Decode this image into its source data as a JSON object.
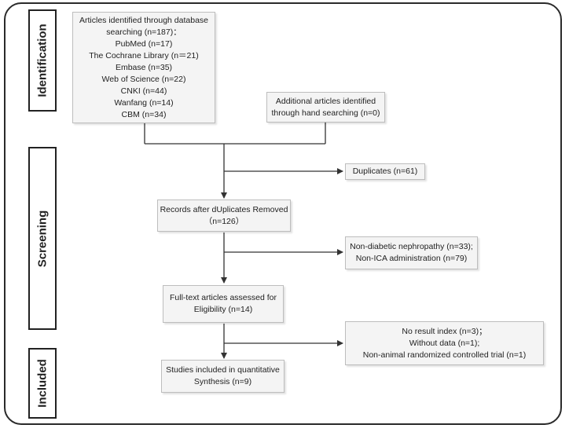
{
  "stages": [
    {
      "id": "identification",
      "label": "Identification"
    },
    {
      "id": "screening",
      "label": "Screening"
    },
    {
      "id": "included",
      "label": "Included"
    }
  ],
  "boxes": {
    "database_search": {
      "lines": [
        "Articles identified through database",
        "searching (n=187)：",
        "PubMed (n=17)",
        "The Cochrane Library (n＝21)",
        "Embase (n=35)",
        "Web of Science (n=22)",
        "CNKI (n=44)",
        "Wanfang (n=14)",
        "CBM (n=34)"
      ]
    },
    "hand_search": {
      "lines": [
        "Additional articles identified",
        "through hand searching (n=0)"
      ]
    },
    "duplicates": {
      "lines": [
        "Duplicates (n=61)"
      ]
    },
    "after_duplicates": {
      "lines": [
        "Records after dUplicates Removed",
        "（n=126）"
      ]
    },
    "excluded_screening": {
      "lines": [
        "Non-diabetic nephropathy (n=33);",
        "Non-ICA administration (n=79)"
      ]
    },
    "full_text": {
      "lines": [
        "Full-text articles assessed for",
        "Eligibility (n=14)"
      ]
    },
    "excluded_fulltext": {
      "lines": [
        "No result index (n=3)；",
        "Without data (n=1);",
        "Non-animal randomized controlled trial (n=1)"
      ]
    },
    "included_studies": {
      "lines": [
        "Studies included in quantitative",
        "Synthesis (n=9)"
      ]
    }
  }
}
